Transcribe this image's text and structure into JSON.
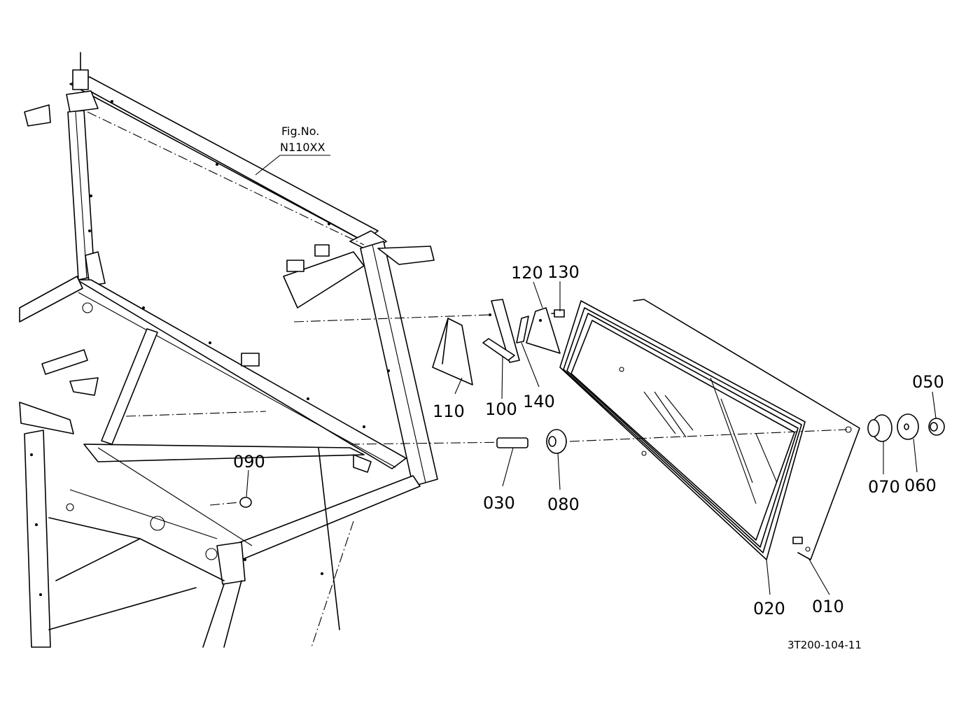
{
  "figure_ref": {
    "line1": "Fig.No.",
    "line2": "N110XX"
  },
  "drawing_code": "3T200-104-11",
  "parts": [
    {
      "id": "p010",
      "label": "010"
    },
    {
      "id": "p020",
      "label": "020"
    },
    {
      "id": "p030",
      "label": "030"
    },
    {
      "id": "p050",
      "label": "050"
    },
    {
      "id": "p060",
      "label": "060"
    },
    {
      "id": "p070",
      "label": "070"
    },
    {
      "id": "p080",
      "label": "080"
    },
    {
      "id": "p090",
      "label": "090"
    },
    {
      "id": "p100",
      "label": "100"
    },
    {
      "id": "p110",
      "label": "110"
    },
    {
      "id": "p120",
      "label": "120"
    },
    {
      "id": "p130",
      "label": "130"
    },
    {
      "id": "p140",
      "label": "140"
    }
  ]
}
